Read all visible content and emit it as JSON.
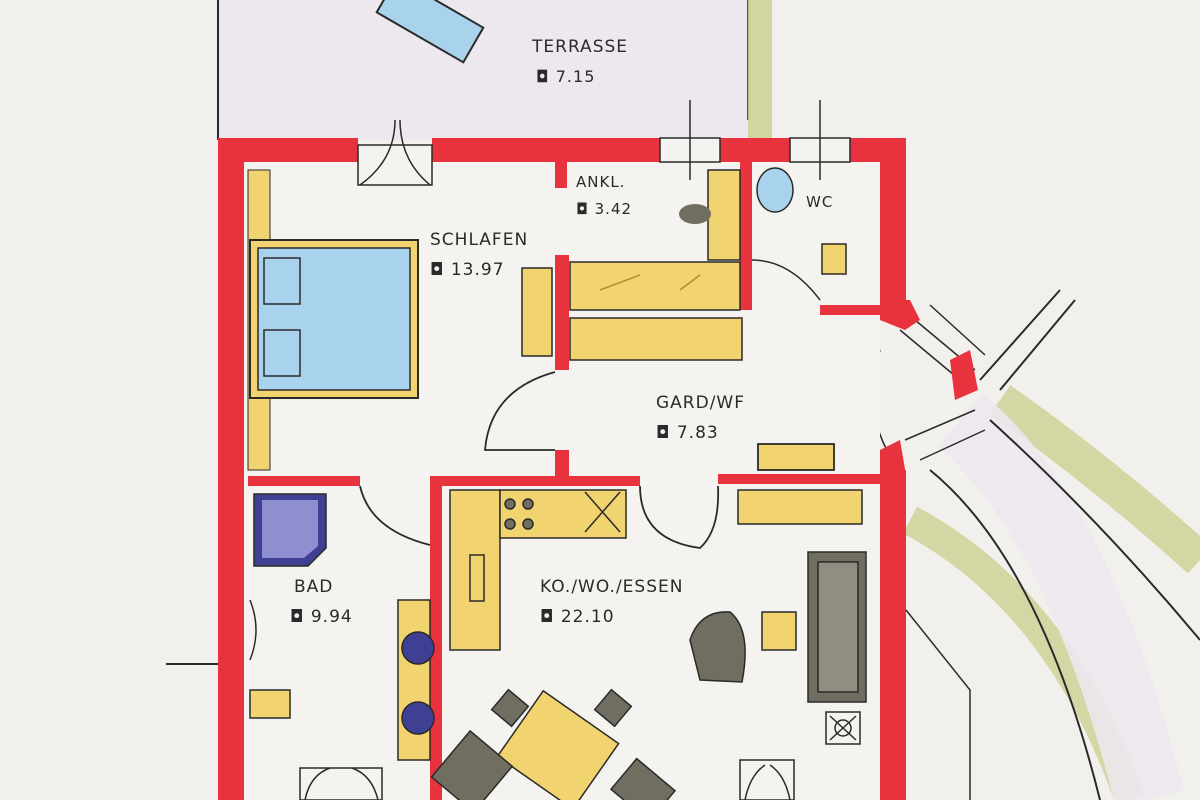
{
  "rooms": {
    "terrasse": {
      "name": "TERRASSE",
      "area": "◘ 7.15"
    },
    "ankl": {
      "name": "ANKL.",
      "area": "◘ 3.42"
    },
    "wc": {
      "name": "WC"
    },
    "schlafen": {
      "name": "SCHLAFEN",
      "area": "◘ 13.97"
    },
    "gard_wf": {
      "name": "GARD/WF",
      "area": "◘ 7.83"
    },
    "bad": {
      "name": "BAD",
      "area": "◘ 9.94"
    },
    "ko_wo_essen": {
      "name": "KO./WO./ESSEN",
      "area": "◘ 22.10"
    }
  },
  "colors": {
    "paper": "#f1f0ec",
    "wall": "#e8323e",
    "furniture_yellow": "#f1d36f",
    "bed_blue": "#a9d3ec",
    "fixture_blue": "#3f3f93",
    "sofa_gray": "#6f6e60",
    "path_green": "#c9cf8c",
    "terrace": "#ece8ee"
  }
}
